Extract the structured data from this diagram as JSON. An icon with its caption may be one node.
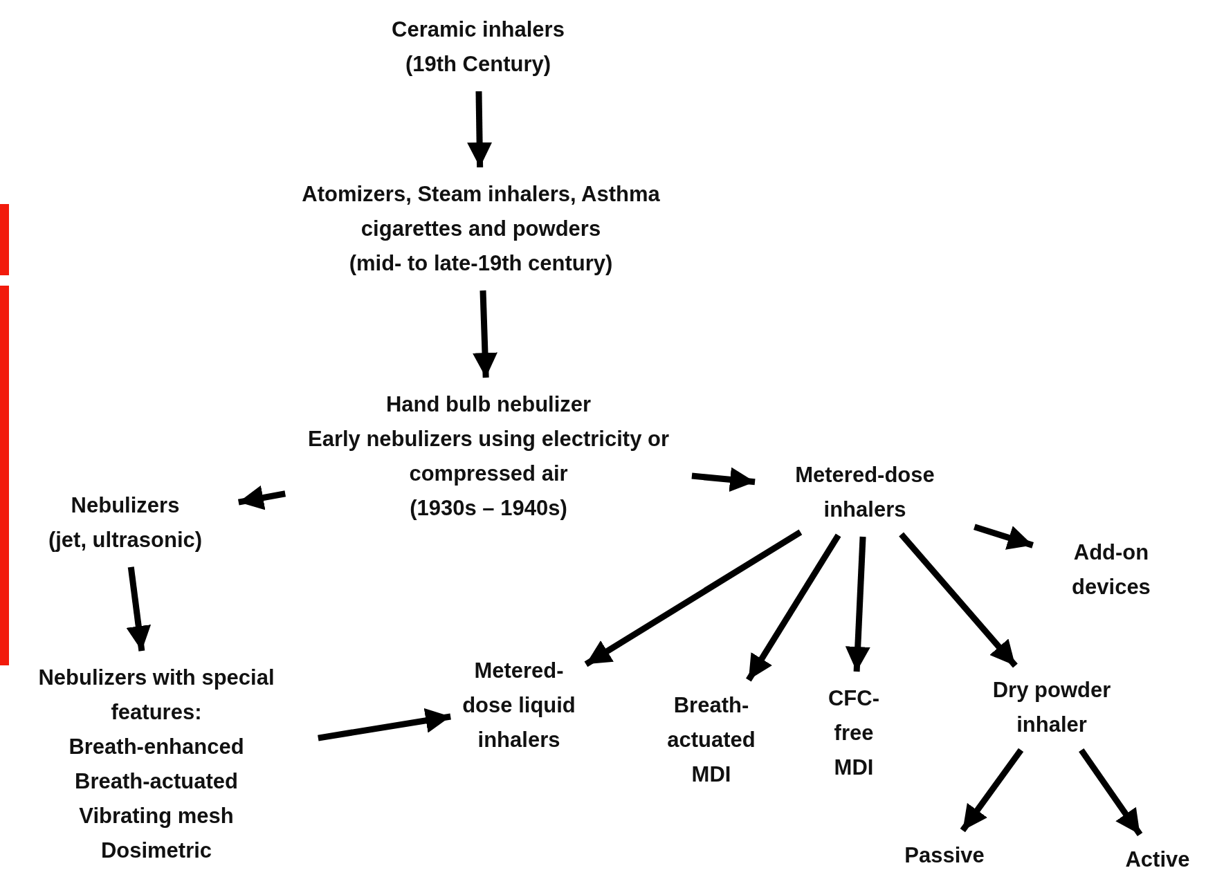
{
  "diagram": {
    "nodes": [
      {
        "text": [
          "Ceramic inhalers",
          "(19th Century)"
        ]
      },
      {
        "text": [
          "Atomizers, Steam inhalers, Asthma cigarettes and powders",
          "(mid- to late-19th century)"
        ]
      },
      {
        "text": [
          "Hand bulb nebulizer",
          "Early nebulizers using electricity or compressed air",
          "(1930s – 1940s)"
        ]
      },
      {
        "text": [
          "Nebulizers",
          "(jet, ultrasonic)"
        ]
      },
      {
        "text": [
          "Metered-dose inhalers"
        ]
      },
      {
        "text": [
          "Add-on devices"
        ]
      },
      {
        "text": [
          "Nebulizers with special features:",
          "Breath-enhanced",
          "Breath-actuated",
          "Vibrating mesh",
          "Dosimetric"
        ]
      },
      {
        "text": [
          "Metered-dose liquid inhalers"
        ]
      },
      {
        "text": [
          "Breath-actuated MDI"
        ]
      },
      {
        "text": [
          "CFC-free MDI"
        ]
      },
      {
        "text": [
          "Dry powder inhaler"
        ]
      },
      {
        "text": [
          "Passive"
        ]
      },
      {
        "text": [
          "Active"
        ]
      }
    ],
    "edges": [
      {
        "from": 0,
        "to": 1,
        "arrow": "to"
      },
      {
        "from": 1,
        "to": 2,
        "arrow": "to"
      },
      {
        "from": 2,
        "to": 3,
        "arrow": "to"
      },
      {
        "from": 2,
        "to": 4,
        "arrow": "to"
      },
      {
        "from": 4,
        "to": 5,
        "arrow": "to"
      },
      {
        "from": 3,
        "to": 6,
        "arrow": "to"
      },
      {
        "from": 6,
        "to": 7,
        "arrow": "to"
      },
      {
        "from": 4,
        "to": 7,
        "arrow": "to"
      },
      {
        "from": 4,
        "to": 8,
        "arrow": "to"
      },
      {
        "from": 4,
        "to": 9,
        "arrow": "to"
      },
      {
        "from": 4,
        "to": 10,
        "arrow": "to"
      },
      {
        "from": 10,
        "to": 11,
        "arrow": "to"
      },
      {
        "from": 10,
        "to": 12,
        "arrow": "to"
      }
    ]
  }
}
